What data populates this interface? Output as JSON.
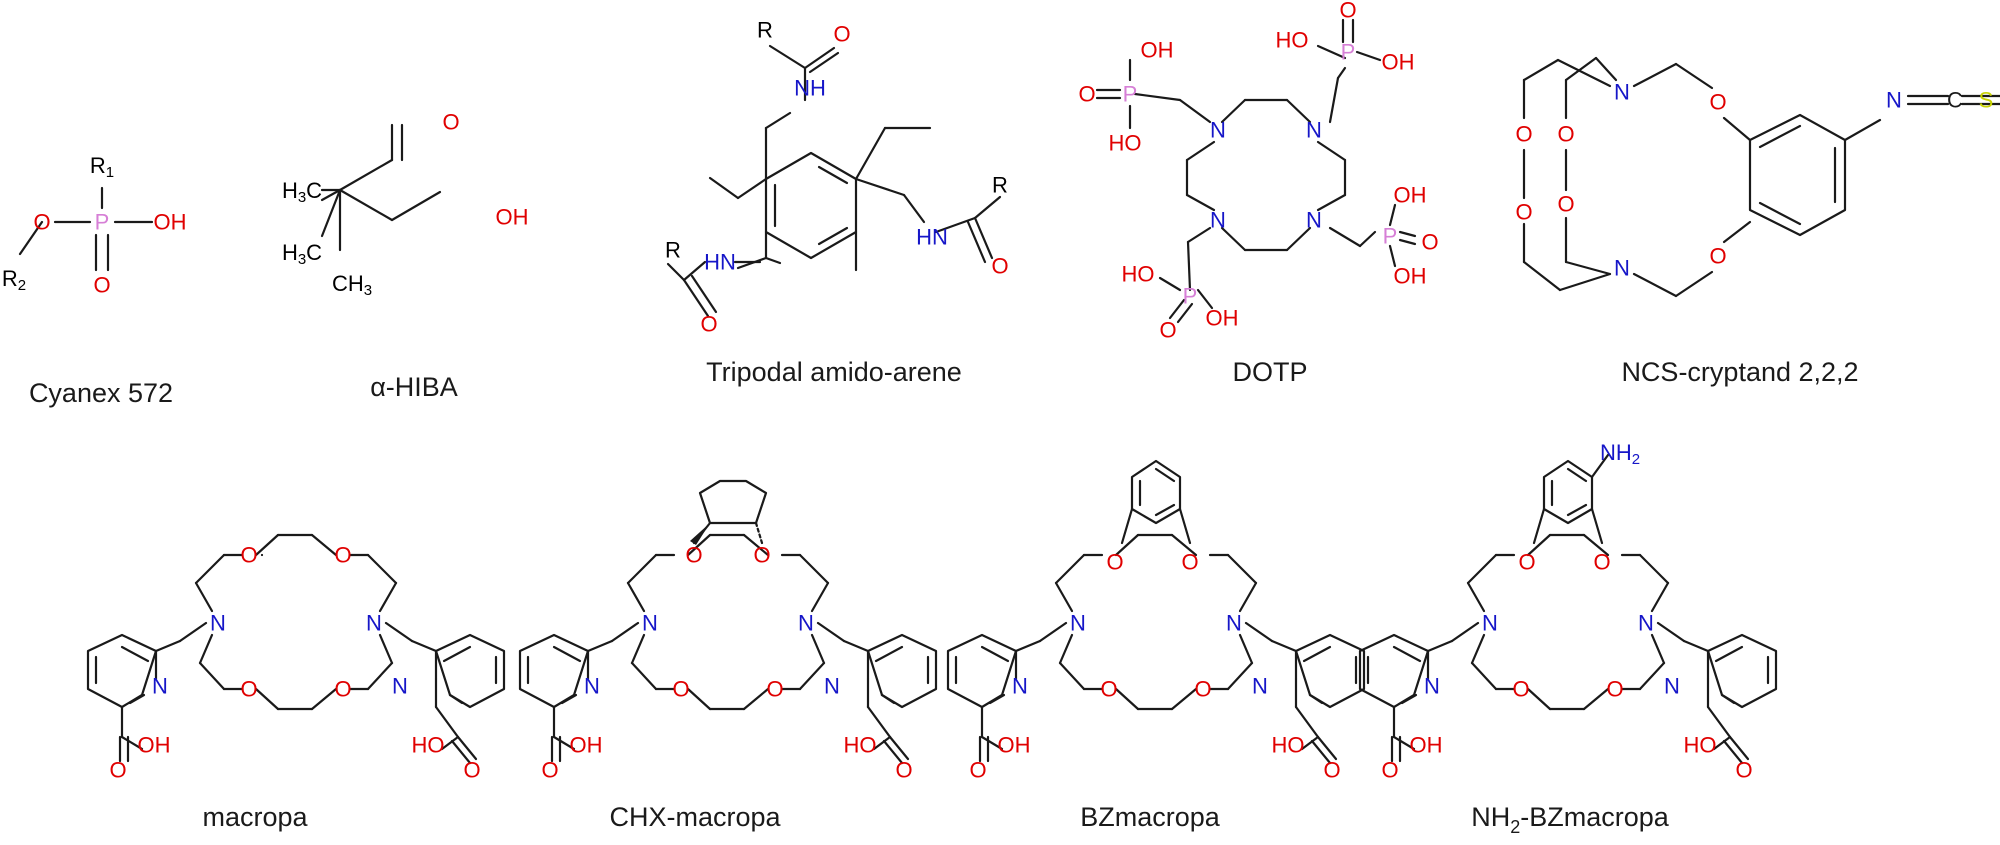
{
  "colors": {
    "oxygen": "#e00000",
    "nitrogen": "#1616c8",
    "phosphorus": "#d67fd6",
    "sulfur": "#c8d200",
    "carbon": "#1a1a1a",
    "background": "#ffffff"
  },
  "atoms": {
    "O": "O",
    "OH": "OH",
    "HO": "HO",
    "N": "N",
    "HN": "HN",
    "NH": "NH",
    "P": "P",
    "S": "S",
    "R": "R",
    "R1": "R",
    "R1_sub": "1",
    "R2": "R",
    "R2_sub": "2",
    "H3C": "H",
    "H3C_sub": "3",
    "H3C_C": "C",
    "CH3": "CH",
    "CH3_sub": "3",
    "NH2": "NH",
    "NH2_sub": "2"
  },
  "compounds": [
    {
      "id": "cyanex-572",
      "caption": "Cyanex 572"
    },
    {
      "id": "alpha-hiba",
      "caption": "α-HIBA"
    },
    {
      "id": "tripodal-amido-arene",
      "caption": "Tripodal amido-arene"
    },
    {
      "id": "dotp",
      "caption": "DOTP"
    },
    {
      "id": "ncs-cryptand",
      "caption": "NCS-cryptand 2,2,2"
    },
    {
      "id": "macropa",
      "caption": "macropa"
    },
    {
      "id": "chx-macropa",
      "caption": "CHX-macropa"
    },
    {
      "id": "bzmacropa",
      "caption": "BZmacropa"
    },
    {
      "id": "nh2-bzmacropa",
      "caption_prefix": "NH",
      "caption_sub": "2",
      "caption_suffix": "-BZmacropa"
    }
  ]
}
